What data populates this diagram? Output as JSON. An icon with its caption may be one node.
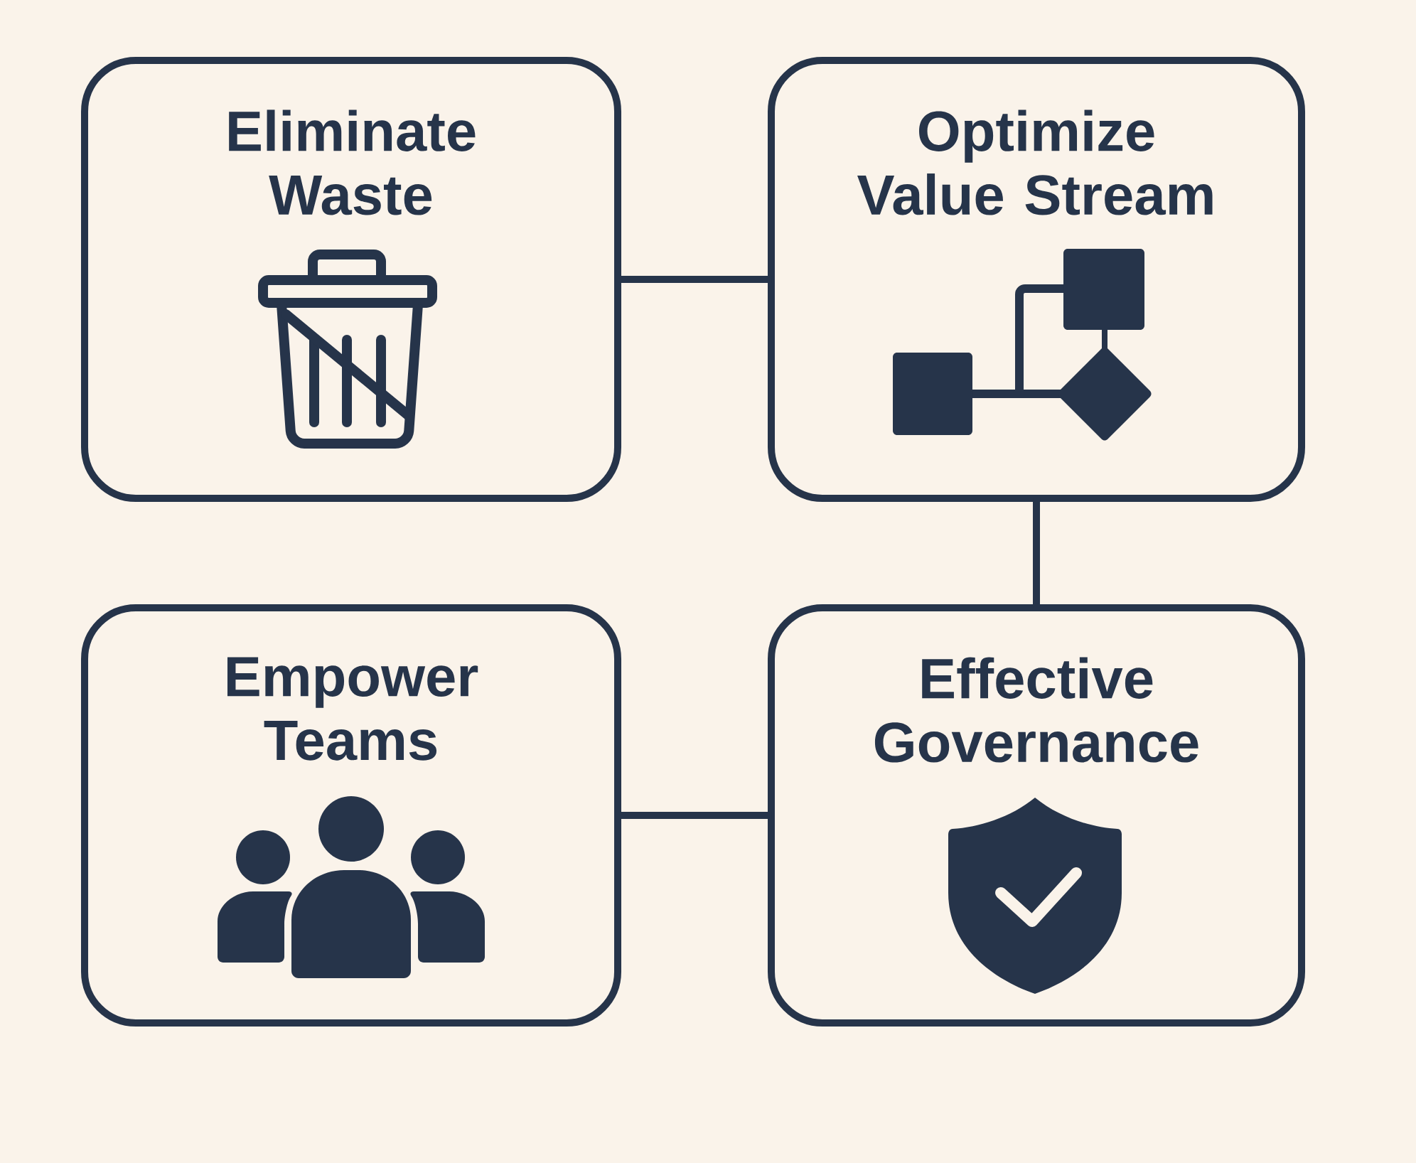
{
  "diagram": {
    "nodes": [
      {
        "text": [
          "Eliminate Waste"
        ]
      },
      {
        "text": [
          "Optimize Value Stream"
        ]
      },
      {
        "text": [
          "Empower Teams"
        ]
      },
      {
        "text": [
          "Effective Governance"
        ]
      }
    ],
    "edges": [
      {
        "from": 0,
        "to": 1,
        "arrow": "none"
      },
      {
        "from": 1,
        "to": 3,
        "arrow": "none"
      },
      {
        "from": 2,
        "to": 3,
        "arrow": "none"
      }
    ]
  }
}
